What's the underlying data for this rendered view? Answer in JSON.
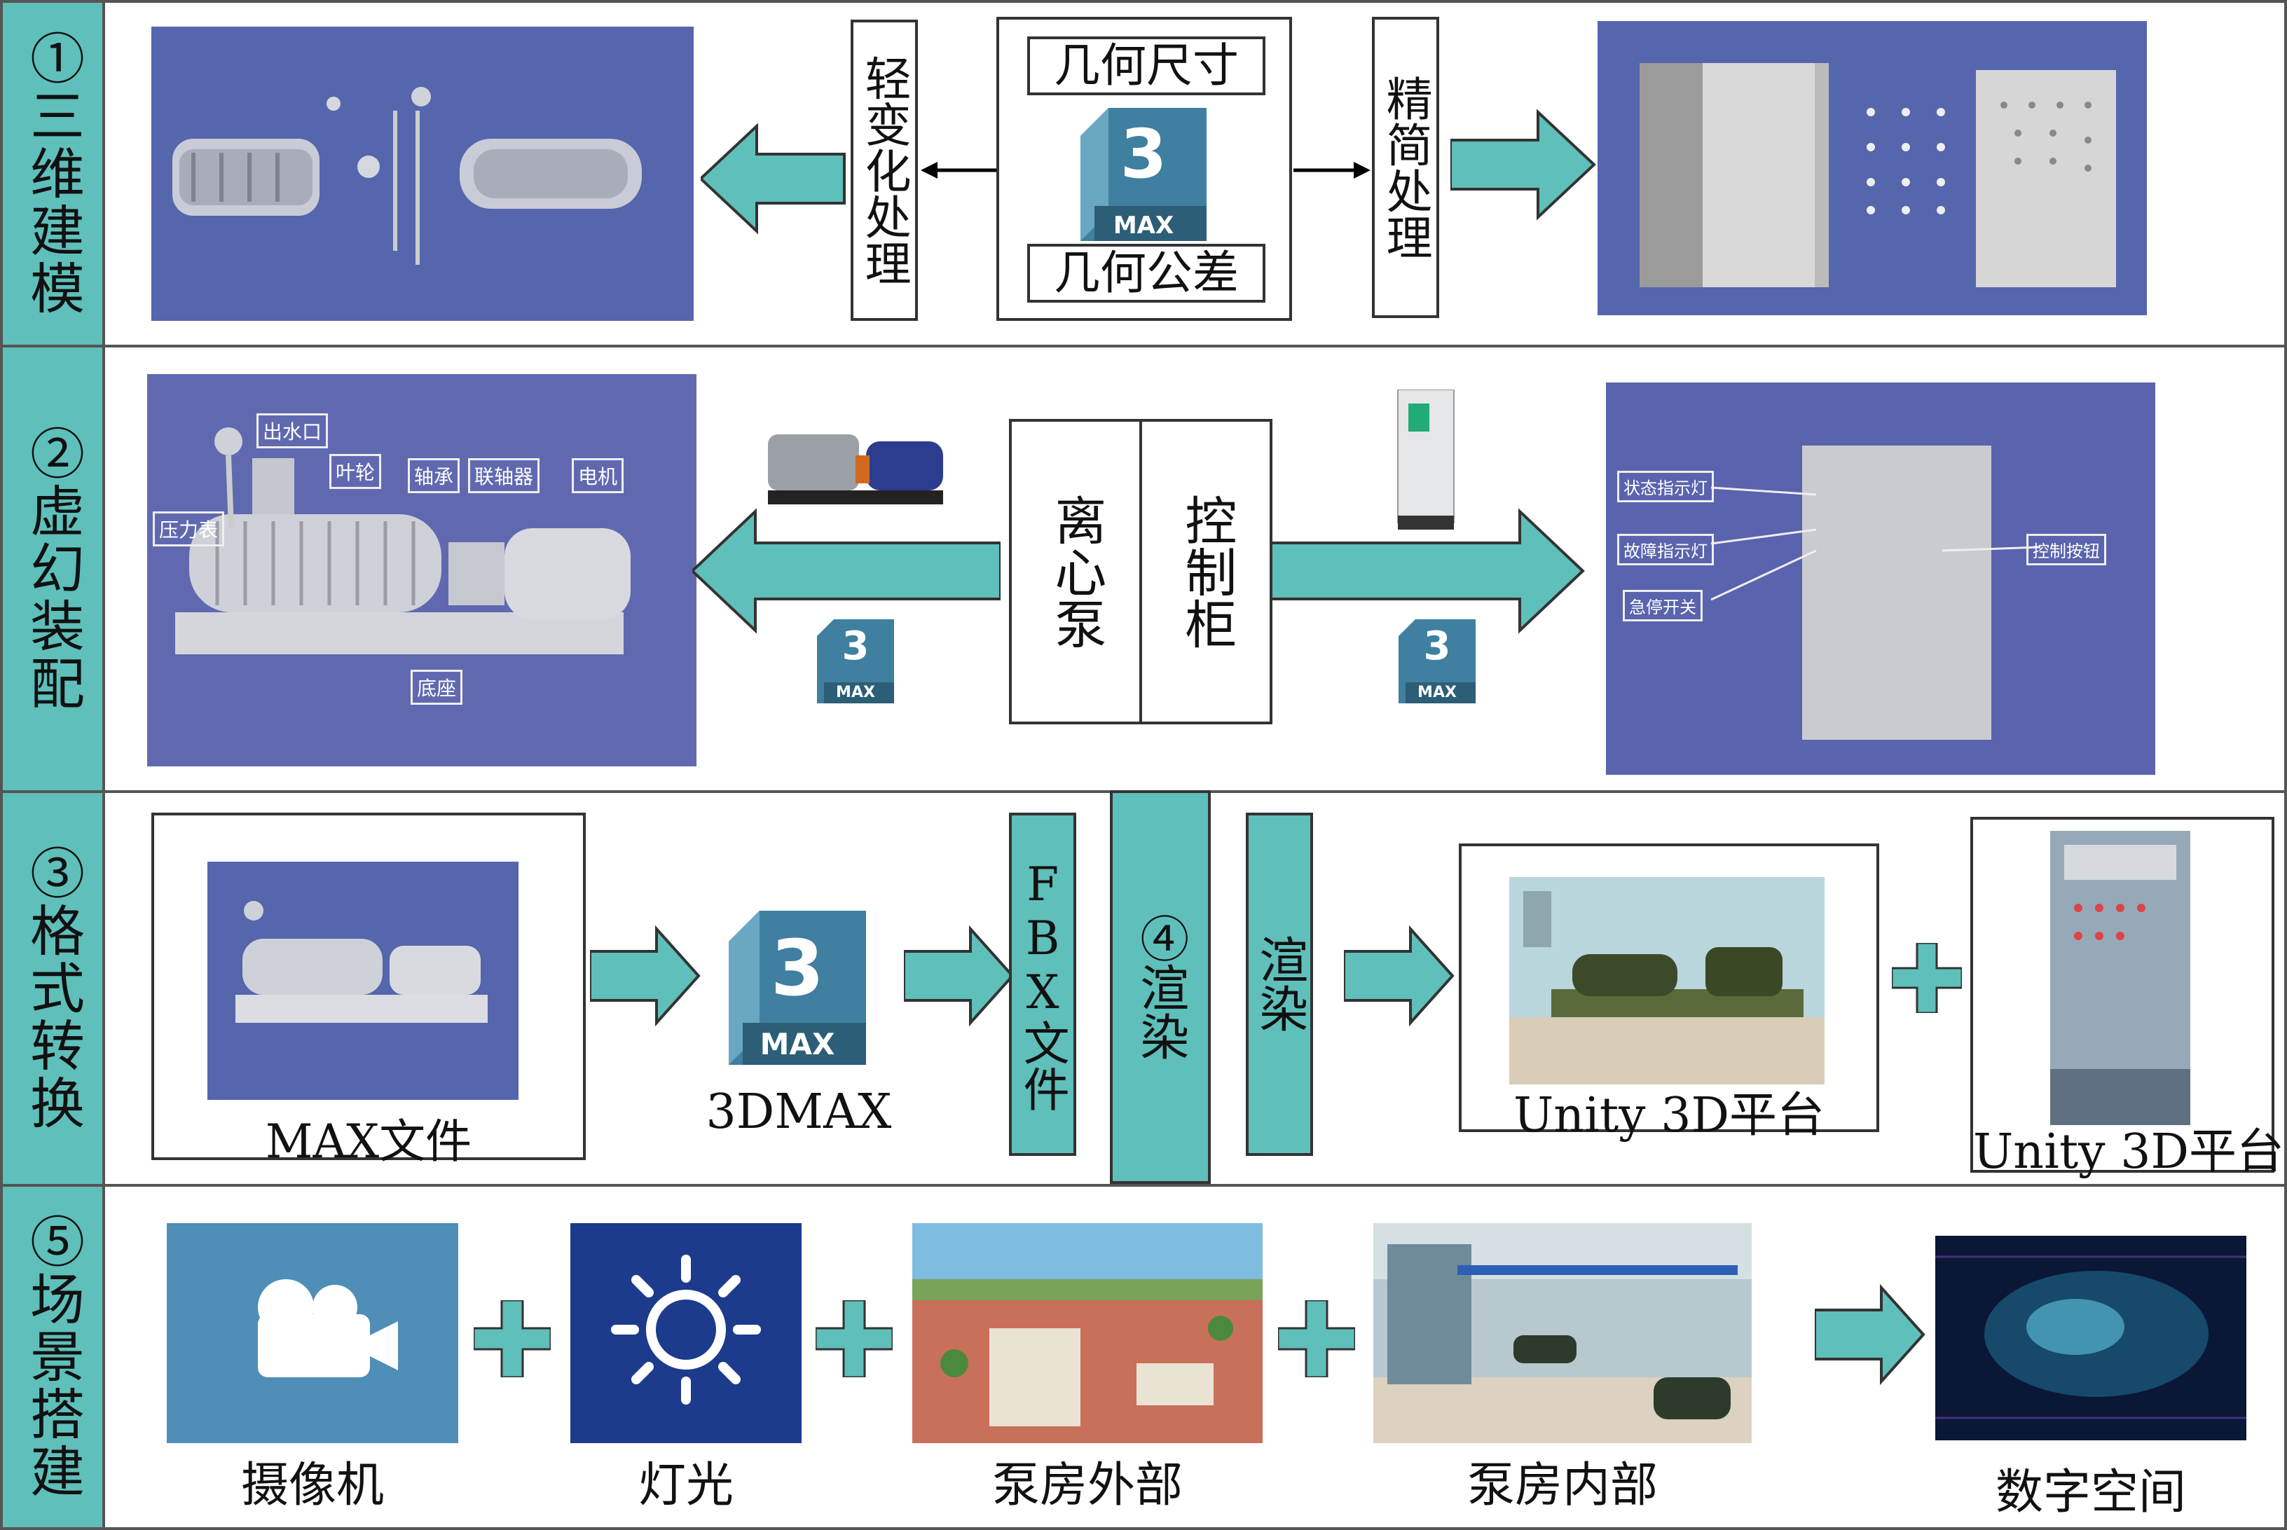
{
  "rows": [
    {
      "num": "①",
      "label": "三维建模"
    },
    {
      "num": "②",
      "label": "虚幻装配"
    },
    {
      "num": "③",
      "label": "格式转换"
    },
    {
      "num": "⑤",
      "label": "场景搭建"
    }
  ],
  "row1": {
    "left_process": "轻变化处理",
    "right_process": "精简处理",
    "geom_size": "几何尺寸",
    "geom_tol": "几何公差",
    "max_logo": {
      "num": "3",
      "text": "MAX"
    }
  },
  "row2": {
    "pump_labels": [
      "出水口",
      "叶轮",
      "轴承",
      "联轴器",
      "电机",
      "压力表",
      "底座"
    ],
    "center_left": "离心泵",
    "center_right": "控制柜",
    "cabinet_labels": [
      "状态指示灯",
      "故障指示灯",
      "急停开关",
      "控制按钮"
    ],
    "max_logo": {
      "num": "3",
      "text": "MAX"
    }
  },
  "row3": {
    "max_file": "MAX文件",
    "threedmax": "3DMAX",
    "fbx": "FBX文件",
    "render_num": "④",
    "render": "渲染",
    "render2": "渲染",
    "unity1": "Unity 3D平台",
    "unity2": "Unity 3D平台",
    "max_logo": {
      "num": "3",
      "text": "MAX"
    }
  },
  "row5": {
    "camera": "摄像机",
    "light": "灯光",
    "exterior": "泵房外部",
    "interior": "泵房内部",
    "digital": "数字空间"
  },
  "colors": {
    "teal": "#5fbfba",
    "panel": "#5566ad",
    "logo": "#3f7f9f"
  }
}
